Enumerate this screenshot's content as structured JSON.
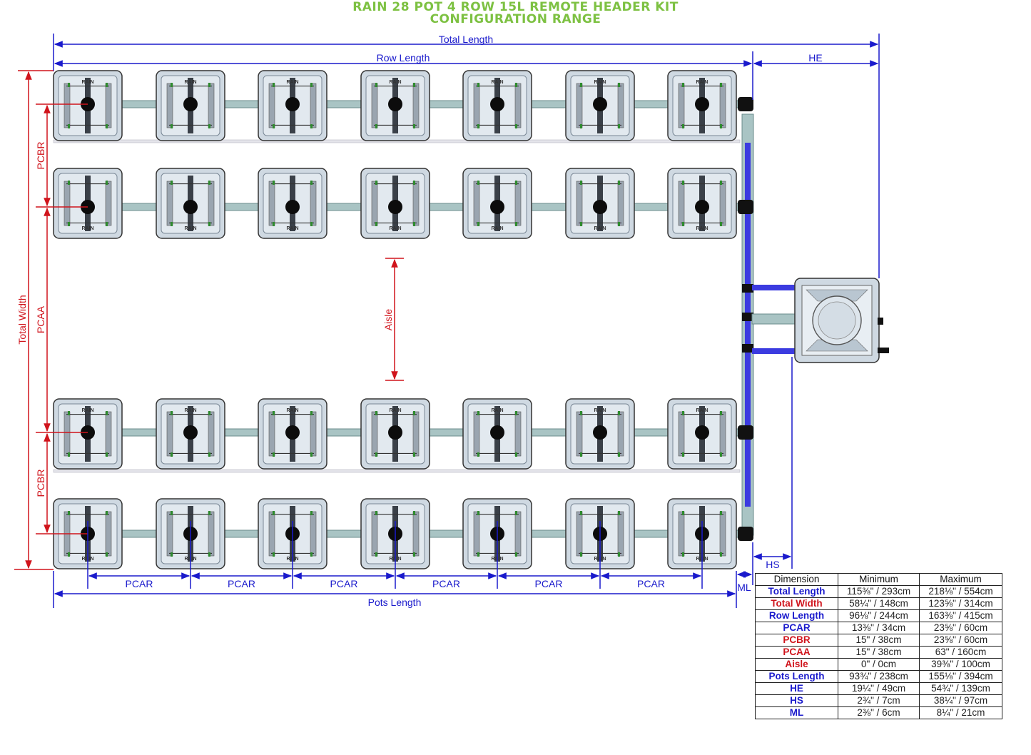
{
  "title": {
    "line1": "RAIN 28 POT 4 ROW 15L REMOTE HEADER KIT",
    "line2": "CONFIGURATION RANGE"
  },
  "labels": {
    "total_length": "Total Length",
    "row_length": "Row Length",
    "he": "HE",
    "total_width": "Total Width",
    "pcbr_top": "PCBR",
    "pcaa": "PCAA",
    "pcbr_bottom": "PCBR",
    "aisle": "Aisle",
    "hs": "HS",
    "ml": "ML",
    "pots_length": "Pots Length",
    "pcar": [
      "PCAR",
      "PCAR",
      "PCAR",
      "PCAR",
      "PCAR",
      "PCAR"
    ],
    "pot_brand": "RAIN"
  },
  "colors": {
    "blue_dim": "#1a1acc",
    "red_dim": "#d0141c",
    "title_green": "#7dc142",
    "pot_fill": "#cfd9e2",
    "pipe": "#a9c4c4"
  },
  "layout": {
    "rows": 4,
    "pots_per_row": 7
  },
  "table": {
    "headers": [
      "Dimension",
      "Minimum",
      "Maximum"
    ],
    "rows": [
      {
        "name": "Total Length",
        "min": "115⅜\" / 293cm",
        "max": "218⅛\" / 554cm",
        "color": "blue"
      },
      {
        "name": "Total Width",
        "min": "58¼\" / 148cm",
        "max": "123⅝\" / 314cm",
        "color": "red"
      },
      {
        "name": "Row Length",
        "min": "96⅛\" / 244cm",
        "max": "163⅜\" / 415cm",
        "color": "blue"
      },
      {
        "name": "PCAR",
        "min": "13⅜\" / 34cm",
        "max": "23⅝\" / 60cm",
        "color": "blue"
      },
      {
        "name": "PCBR",
        "min": "15\" / 38cm",
        "max": "23⅝\" / 60cm",
        "color": "red"
      },
      {
        "name": "PCAA",
        "min": "15\" / 38cm",
        "max": "63\" / 160cm",
        "color": "red"
      },
      {
        "name": "Aisle",
        "min": "0\" / 0cm",
        "max": "39⅜\" / 100cm",
        "color": "red"
      },
      {
        "name": "Pots Length",
        "min": "93¾\" / 238cm",
        "max": "155⅛\" / 394cm",
        "color": "blue"
      },
      {
        "name": "HE",
        "min": "19¼\" / 49cm",
        "max": "54¾\" / 139cm",
        "color": "blue"
      },
      {
        "name": "HS",
        "min": "2¾\" / 7cm",
        "max": "38¼\" / 97cm",
        "color": "blue"
      },
      {
        "name": "ML",
        "min": "2⅜\" / 6cm",
        "max": "8¼\" / 21cm",
        "color": "blue"
      }
    ]
  }
}
